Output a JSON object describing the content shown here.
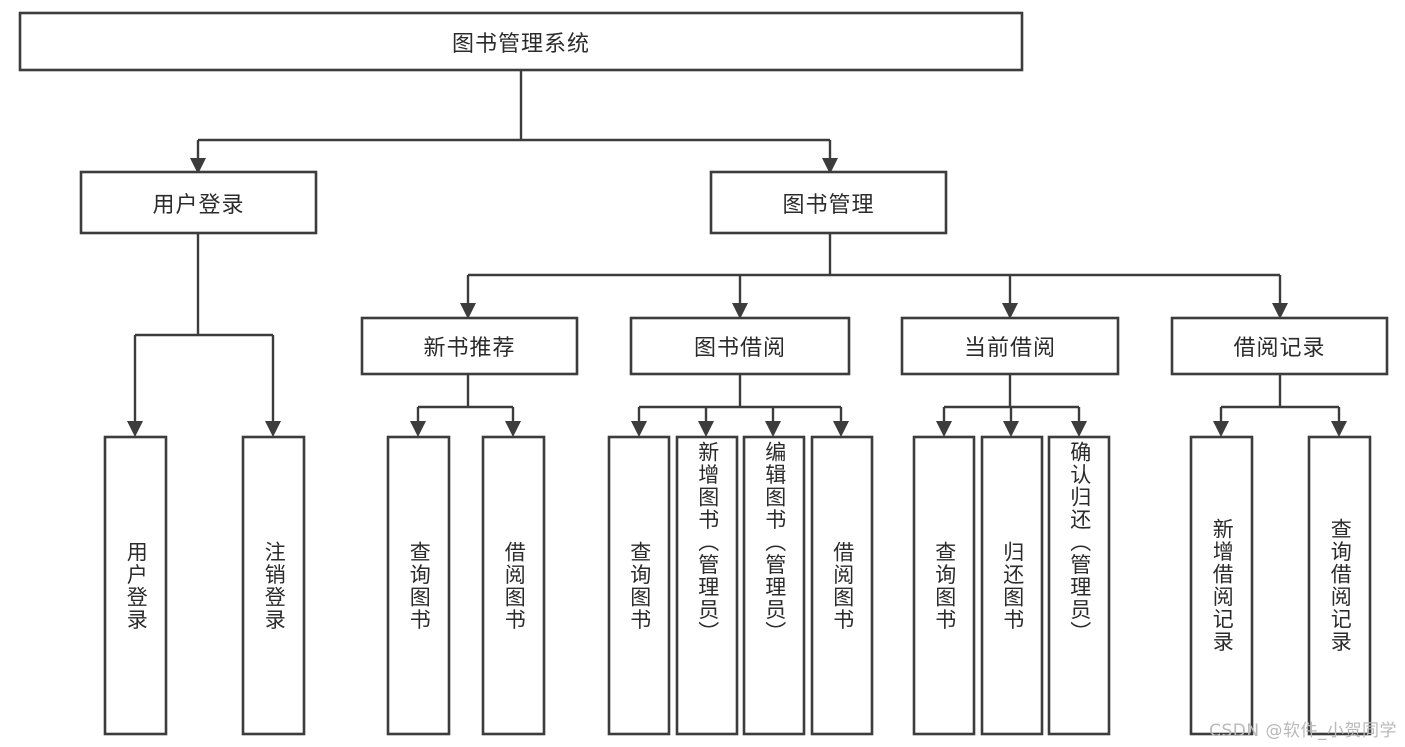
{
  "diagram": {
    "type": "tree-hierarchy-chart",
    "title": "图书管理系统",
    "orientation": "top-down",
    "colors": {
      "box_fill": "#ffffff",
      "box_stroke": "#3c3c3c",
      "connector": "#3c3c3c",
      "text": "#2b2b2b",
      "background": "#ffffff",
      "watermark": "#b9b9b9"
    },
    "levels": {
      "level1": {
        "label": "图书管理系统"
      },
      "level2": [
        {
          "id": "user-login",
          "label": "用户登录"
        },
        {
          "id": "book-management",
          "label": "图书管理"
        }
      ],
      "level3": [
        {
          "id": "new-book-recommend",
          "label": "新书推荐",
          "parent": "book-management"
        },
        {
          "id": "book-borrow",
          "label": "图书借阅",
          "parent": "book-management"
        },
        {
          "id": "current-borrow",
          "label": "当前借阅",
          "parent": "book-management"
        },
        {
          "id": "borrow-record",
          "label": "借阅记录",
          "parent": "book-management"
        }
      ],
      "level4": [
        {
          "id": "leaf-user-login",
          "label": "用户登录",
          "parent": "user-login"
        },
        {
          "id": "leaf-user-logout",
          "label": "注销登录",
          "parent": "user-login"
        },
        {
          "id": "leaf-query-book-1",
          "label": "查询图书",
          "parent": "new-book-recommend"
        },
        {
          "id": "leaf-borrow-book-1",
          "label": "借阅图书",
          "parent": "new-book-recommend"
        },
        {
          "id": "leaf-query-book-2",
          "label": "查询图书",
          "parent": "book-borrow"
        },
        {
          "id": "leaf-add-book",
          "label": "新增图书（管理员）",
          "parent": "book-borrow"
        },
        {
          "id": "leaf-edit-book",
          "label": "编辑图书（管理员）",
          "parent": "book-borrow"
        },
        {
          "id": "leaf-borrow-book-2",
          "label": "借阅图书",
          "parent": "book-borrow"
        },
        {
          "id": "leaf-query-book-3",
          "label": "查询图书",
          "parent": "current-borrow"
        },
        {
          "id": "leaf-return-book",
          "label": "归还图书",
          "parent": "current-borrow"
        },
        {
          "id": "leaf-confirm-return",
          "label": "确认归还（管理员）",
          "parent": "current-borrow"
        },
        {
          "id": "leaf-add-record",
          "label": "新增借阅记录",
          "parent": "borrow-record"
        },
        {
          "id": "leaf-query-record",
          "label": "查询借阅记录",
          "parent": "borrow-record"
        }
      ]
    }
  },
  "watermark": {
    "text": "CSDN @软件_小贺同学"
  }
}
